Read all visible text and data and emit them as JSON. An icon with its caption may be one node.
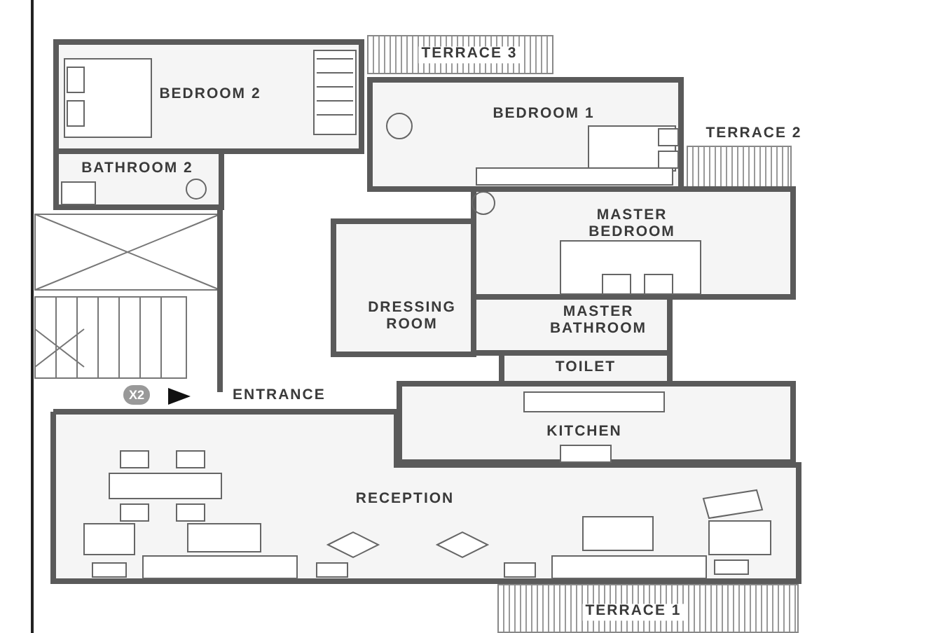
{
  "diagram": {
    "nodes": [
      {
        "text": [
          "BEDROOM 2"
        ]
      },
      {
        "text": [
          "TERRACE 3"
        ]
      },
      {
        "text": [
          "BEDROOM 1"
        ]
      },
      {
        "text": [
          "TERRACE 2"
        ]
      },
      {
        "text": [
          "BATHROOM 2"
        ]
      },
      {
        "text": [
          "MASTER BEDROOM"
        ]
      },
      {
        "text": [
          "DRESSING ROOM"
        ]
      },
      {
        "text": [
          "MASTER BATHROOM"
        ]
      },
      {
        "text": [
          "TOILET"
        ]
      },
      {
        "text": [
          "KITCHEN"
        ]
      },
      {
        "text": [
          "RECEPTION"
        ]
      },
      {
        "text": [
          "TERRACE 1"
        ]
      }
    ],
    "labels": [
      "X2",
      "ENTRANCE"
    ]
  }
}
